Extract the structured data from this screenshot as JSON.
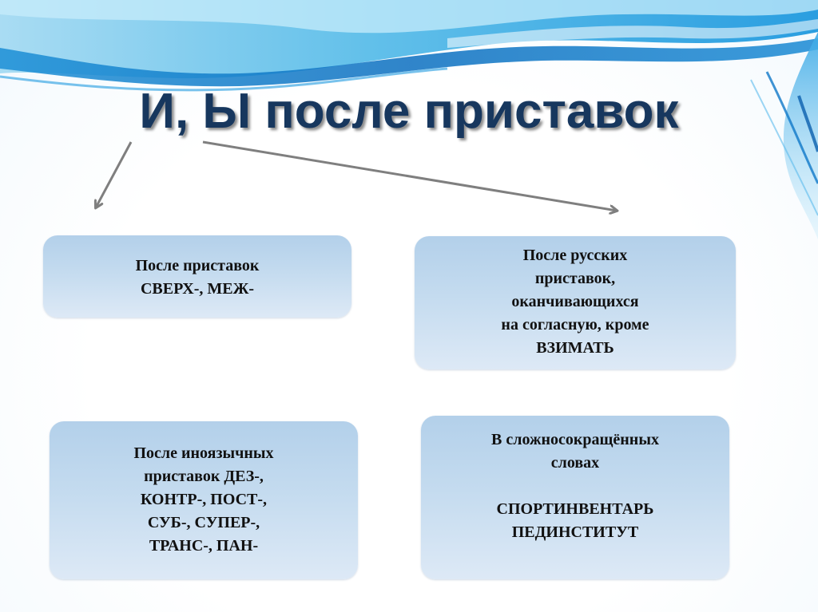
{
  "slide": {
    "title": "И, Ы после приставок",
    "boxes": {
      "top_left": "После приставок\nСВЕРХ-, МЕЖ-",
      "top_right": "После русских\nприставок,\nоканчивающихся\nна согласную, кроме\nВЗИМАТЬ",
      "bottom_left": "После иноязычных\nприставок ДЕЗ-,\nКОНТР-, ПОСТ-,\nСУБ-, СУПЕР-,\nТРАНС-, ПАН-",
      "bottom_right": "В сложносокращённых\nсловах\n\nСПОРТИНВЕНТАРЬ\nПЕДИНСТИТУТ"
    }
  },
  "colors": {
    "title": "#17375e",
    "box_fill": "#c4dbef",
    "arrow": "#7f7f7f",
    "wave_light": "#9fd8f2",
    "wave_dark": "#0d74c4"
  }
}
